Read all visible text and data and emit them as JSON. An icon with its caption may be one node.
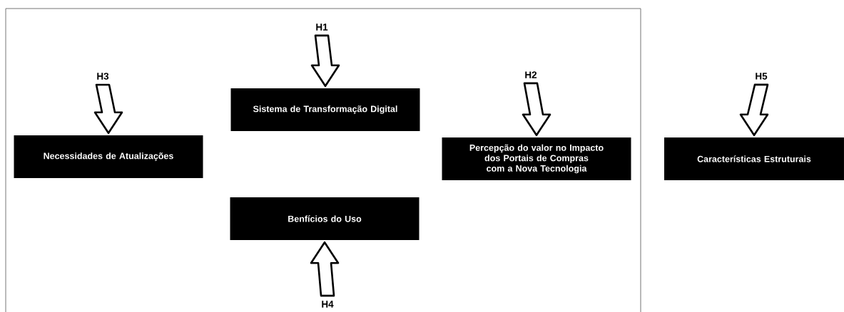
{
  "diagram": {
    "nodes": [
      {
        "text": [
          "H1"
        ]
      },
      {
        "text": [
          "H3"
        ]
      },
      {
        "text": [
          "H2"
        ]
      },
      {
        "text": [
          "H5"
        ]
      },
      {
        "text": [
          "Sistema de Transformação Digital"
        ]
      },
      {
        "text": [
          "Necessidades de Atualizações"
        ]
      },
      {
        "text": [
          "Percepção do valor no Impacto dos Portais de Compras com a Nova Tecnologia"
        ]
      },
      {
        "text": [
          "Características Estruturais"
        ]
      },
      {
        "text": [
          "Benfícios do Uso"
        ]
      },
      {
        "text": [
          "H4"
        ]
      }
    ],
    "edges": [
      {
        "from": 0,
        "to": 4,
        "arrow": "to"
      },
      {
        "from": 1,
        "to": 5,
        "arrow": "to"
      },
      {
        "from": 2,
        "to": 6,
        "arrow": "to"
      },
      {
        "from": 3,
        "to": 7,
        "arrow": "to"
      },
      {
        "from": 9,
        "to": 8,
        "arrow": "to"
      }
    ]
  }
}
